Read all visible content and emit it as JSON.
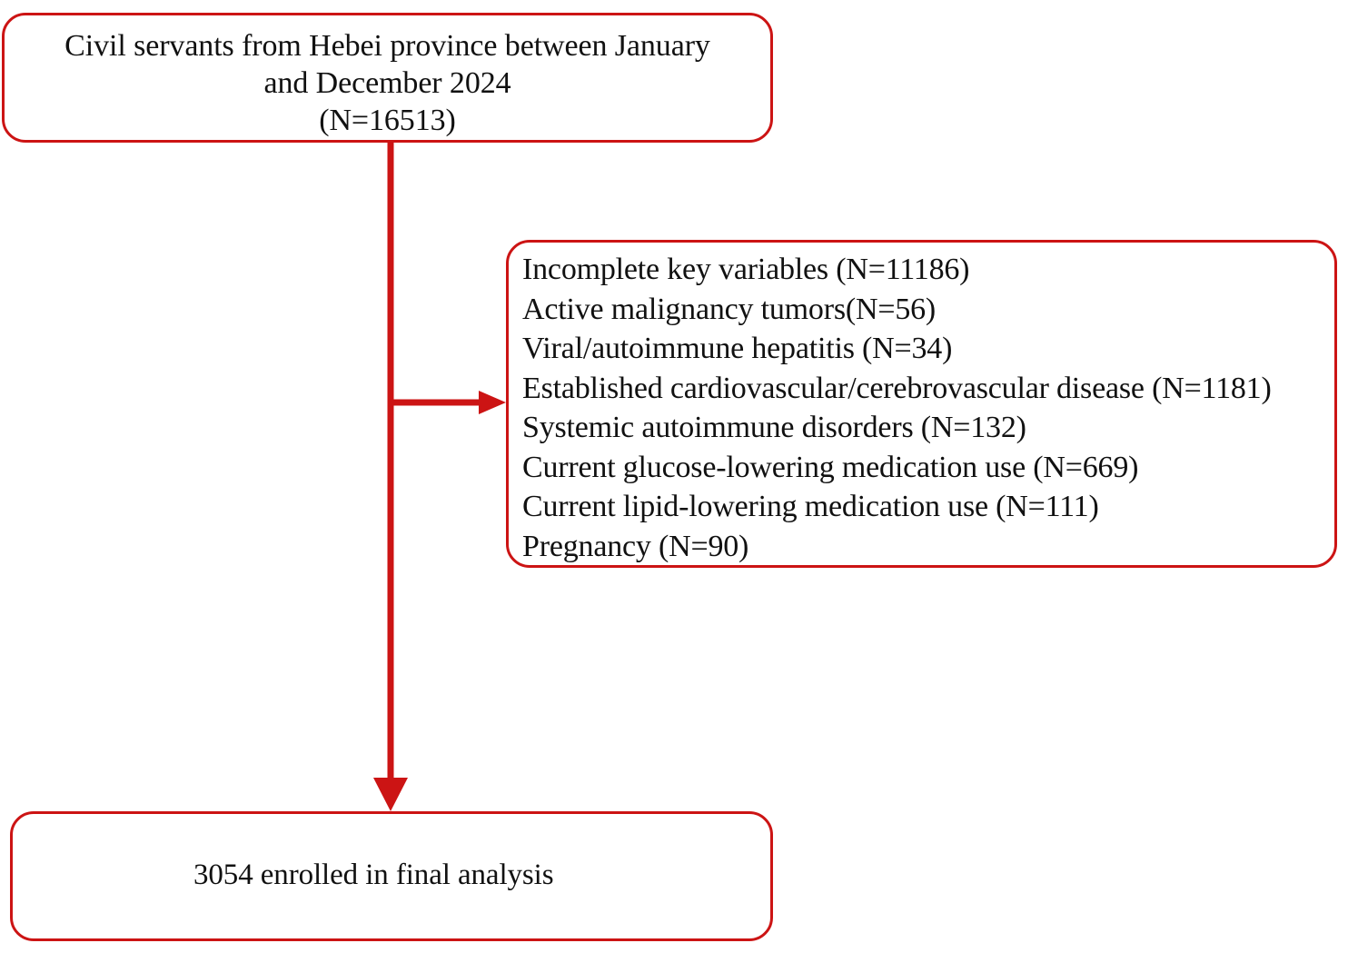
{
  "diagram": {
    "type": "study-flow-chart",
    "accent_color": "#cc1414",
    "text_color": "#111111",
    "background_color": "#ffffff"
  },
  "enrollment_box": {
    "text": "Civil servants from Hebei province between January\nand December 2024\n(N=16513)",
    "line1": "Civil servants from Hebei province between January",
    "line2": "and December 2024",
    "line3": "(N=16513)",
    "count": 16513
  },
  "exclusion_box": {
    "items": [
      "Incomplete key variables (N=11186)",
      "Active malignancy tumors(N=56)",
      "Viral/autoimmune hepatitis (N=34)",
      "Established cardiovascular/cerebrovascular disease (N=1181)",
      "Systemic autoimmune disorders (N=132)",
      "Current glucose-lowering medication use (N=669)",
      "Current lipid-lowering medication use (N=111)",
      "Pregnancy (N=90)"
    ],
    "counts": [
      11186,
      56,
      34,
      1181,
      132,
      669,
      111,
      90
    ]
  },
  "final_box": {
    "text": "3054 enrolled in final analysis",
    "count": 3054
  },
  "connectors": {
    "main_stem": "vertical-line-from-enrollment-to-final",
    "branch": "horizontal-arrow-to-exclusion-box",
    "arrow_down": "arrowhead-into-final-box"
  }
}
